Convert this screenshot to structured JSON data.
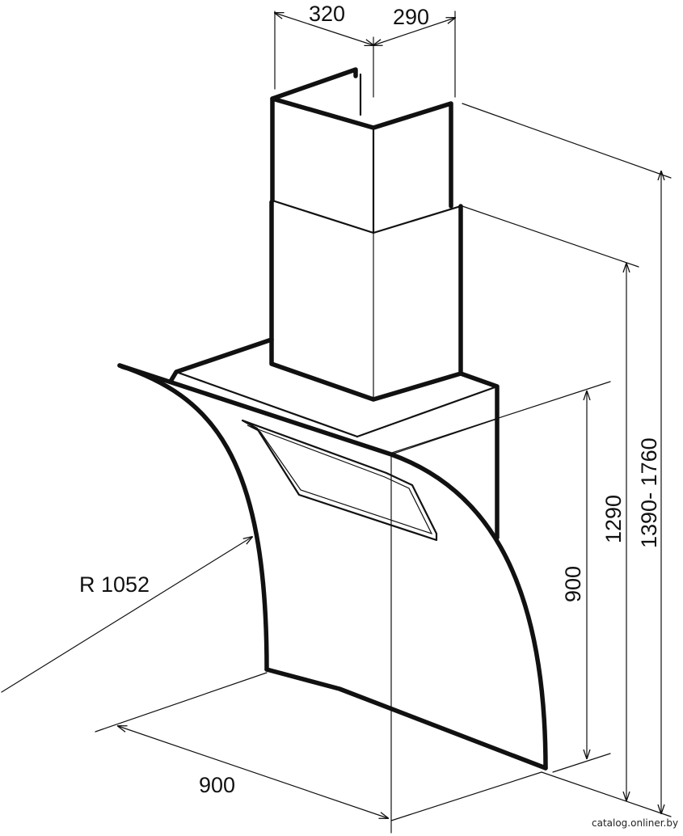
{
  "dimensions": {
    "chimney_depth": "320",
    "chimney_width": "290",
    "radius": "R 1052",
    "hood_width": "900",
    "hood_height": "900",
    "height_min": "1290",
    "height_range": "1390- 1760"
  },
  "watermark": "catalog.onliner.by",
  "colors": {
    "line": "#111111",
    "background": "#ffffff"
  }
}
